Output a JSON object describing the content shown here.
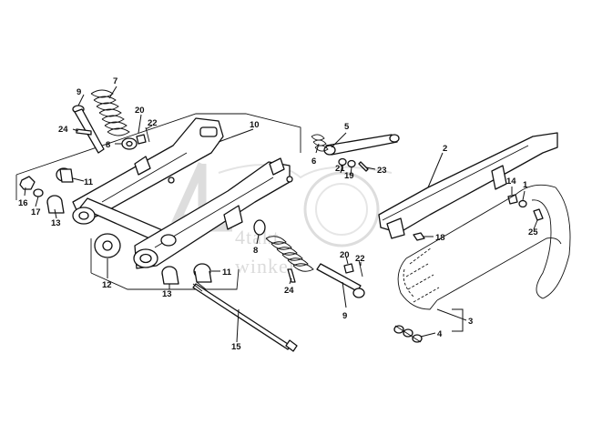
{
  "watermark": {
    "brand_line1": "4takt",
    "brand_line2": "winkel",
    "text_color": "#d5d5d5"
  },
  "callouts": {
    "c1": "1",
    "c2": "2",
    "c3": "3",
    "c4": "4",
    "c5": "5",
    "c6": "6",
    "c7": "7",
    "c8a": "8",
    "c8b": "8",
    "c9a": "9",
    "c9b": "9",
    "c10": "10",
    "c11a": "11",
    "c11b": "11",
    "c12": "12",
    "c13a": "13",
    "c13b": "13",
    "c14": "14",
    "c15": "15",
    "c16": "16",
    "c17": "17",
    "c18": "18",
    "c19": "19",
    "c20a": "20",
    "c20b": "20",
    "c21": "21",
    "c22a": "22",
    "c22b": "22",
    "c23": "23",
    "c24a": "24",
    "c24b": "24",
    "c25": "25"
  },
  "colors": {
    "ink": "#111111",
    "paper": "#ffffff"
  }
}
